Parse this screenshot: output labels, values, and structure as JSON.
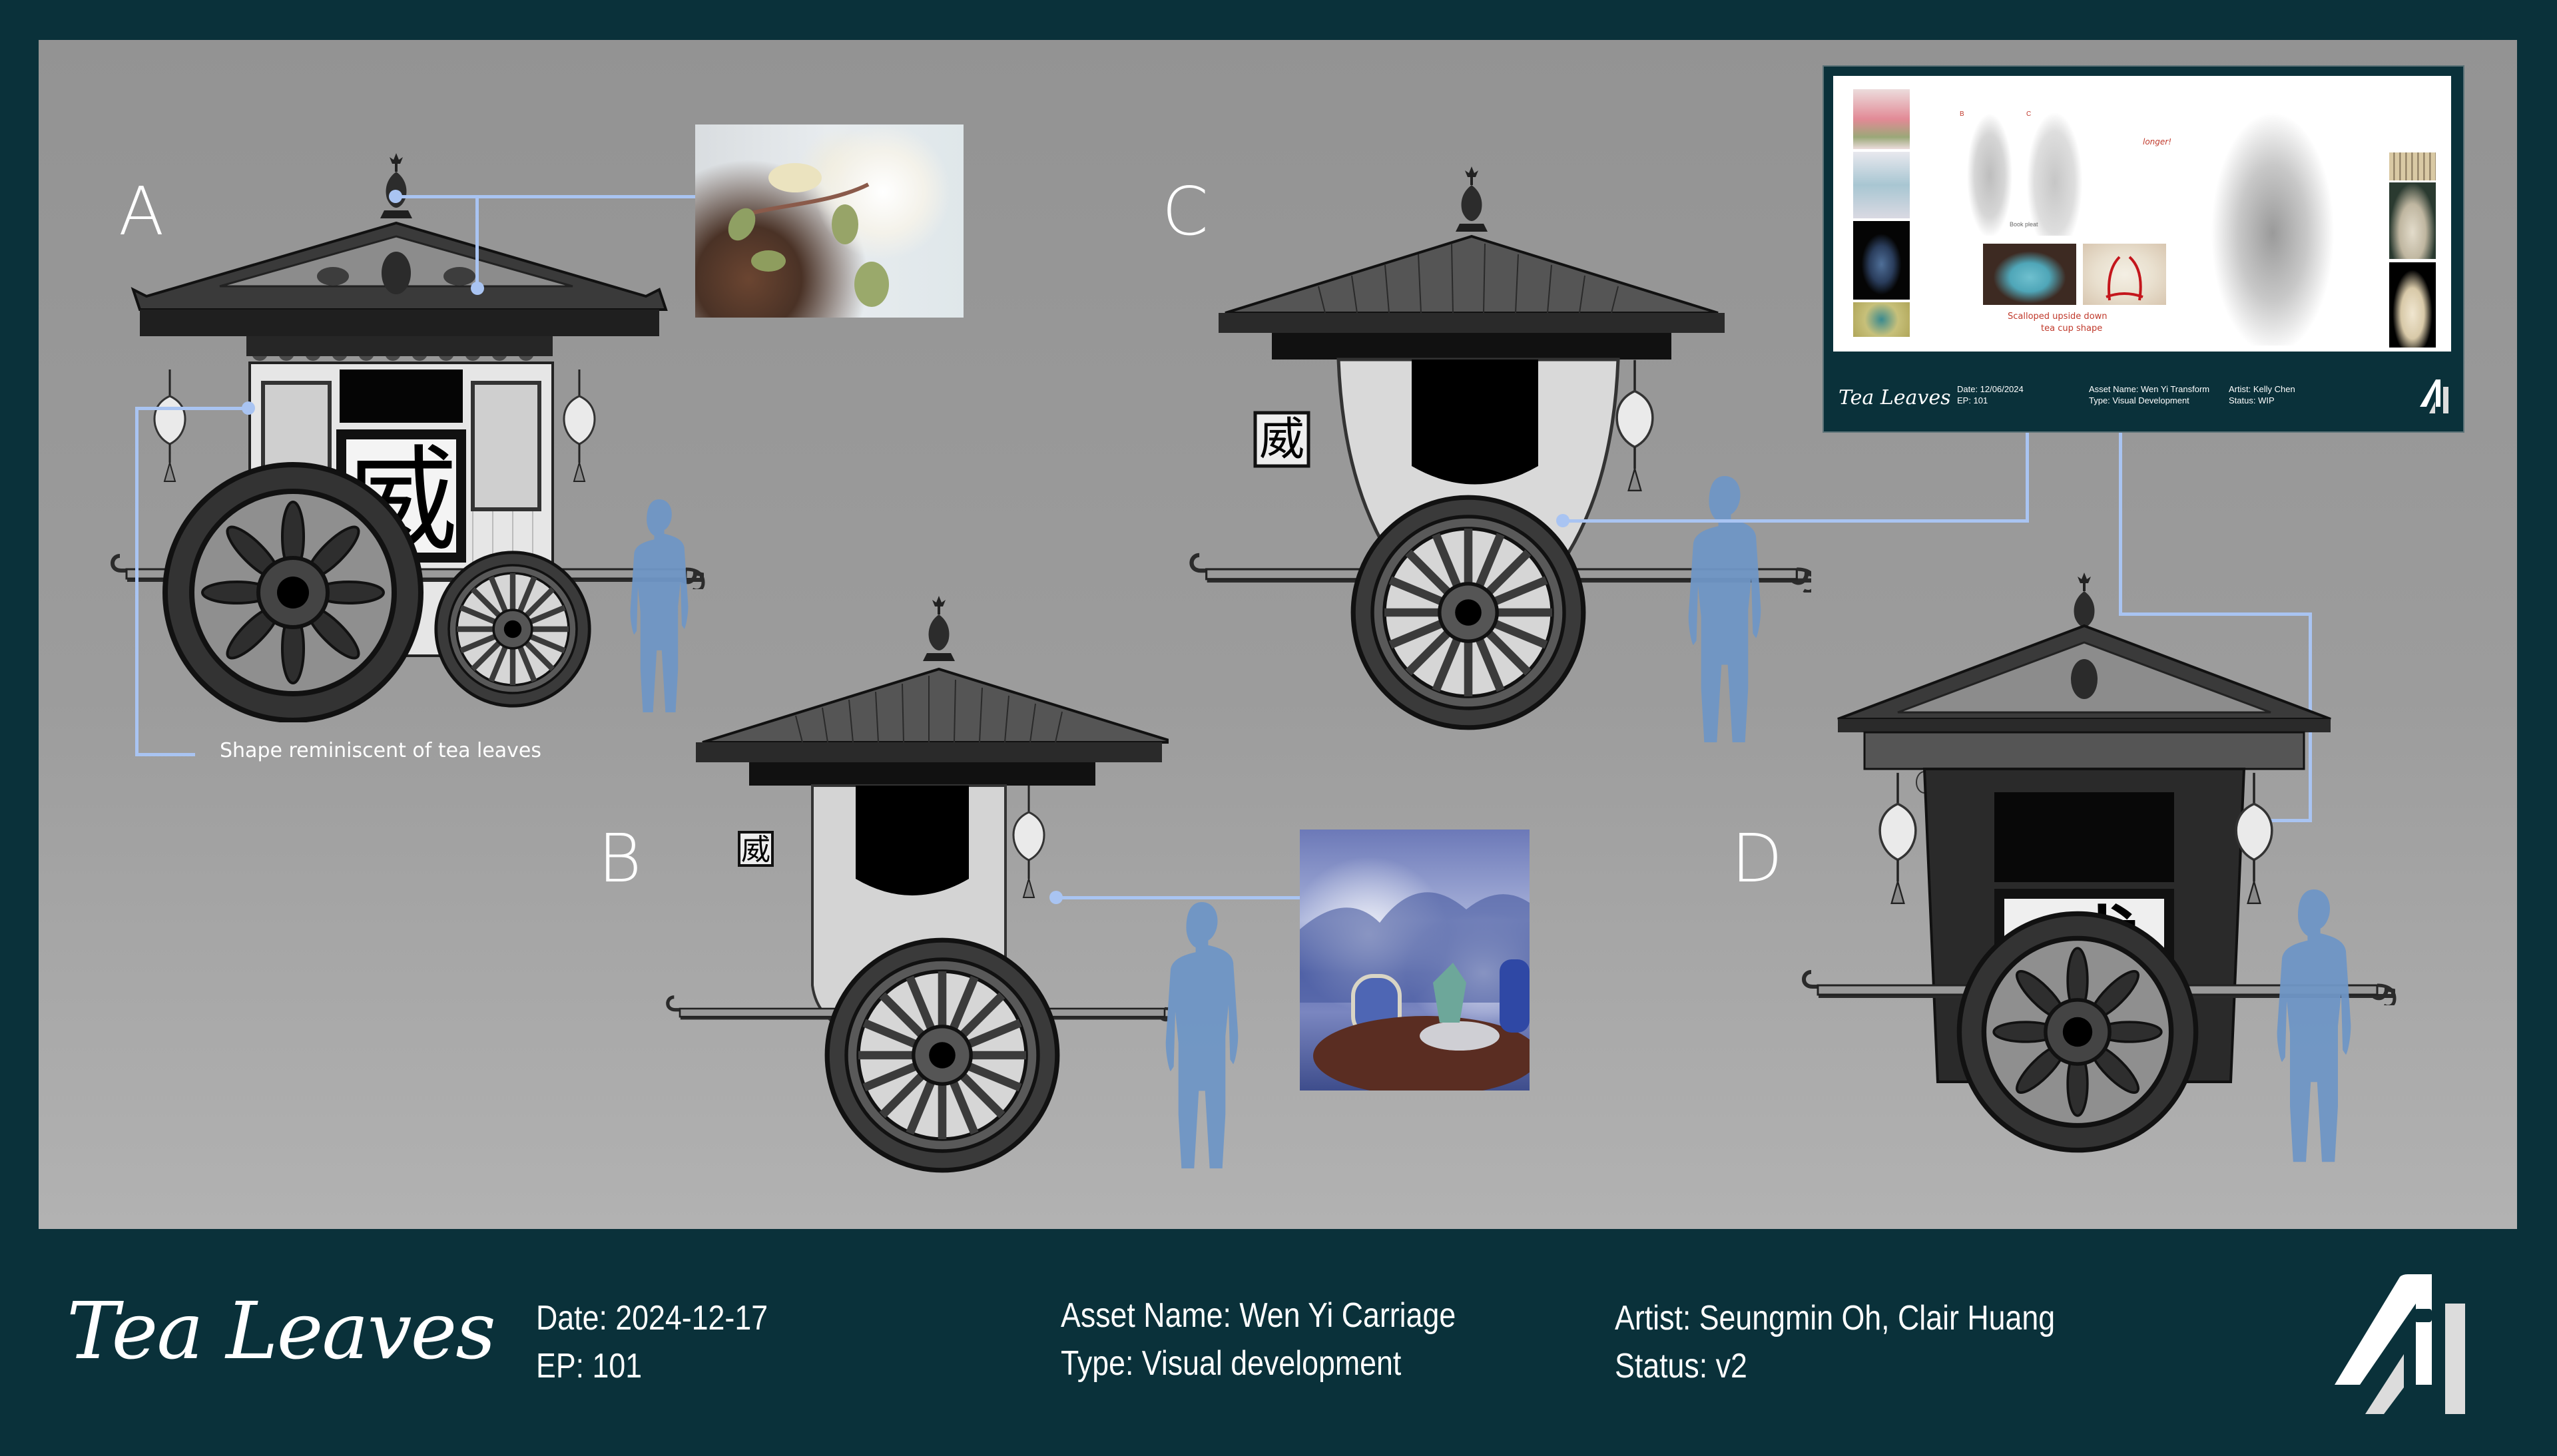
{
  "canvas": {
    "background": "#999999",
    "frame_color": "#0a313a",
    "callout_color": "#a9c4f2"
  },
  "variants": [
    {
      "id": "A",
      "label": "A",
      "sign_glyph": "威"
    },
    {
      "id": "B",
      "label": "B",
      "sign_glyph": "威"
    },
    {
      "id": "C",
      "label": "C",
      "sign_glyph": "威"
    },
    {
      "id": "D",
      "label": "D",
      "sign_glyph": "威"
    }
  ],
  "annotations": {
    "tea_leaves_note": "Shape reminiscent of tea leaves"
  },
  "reference_images": {
    "orchid": "orchid-buds-photo",
    "blue_white_porcelain": "blue-and-white-landscape-mural-photo"
  },
  "inset_board": {
    "brand": "Tea Leaves",
    "date": "Date: 12/06/2024",
    "ep": "EP: 101",
    "asset_name": "Asset Name: Wen Yi Transform",
    "type": "Type: Visual Development",
    "artist": "Artist: Kelly Chen",
    "status": "Status: WIP",
    "note_longer": "longer!",
    "note_teacup_line1": "Scalloped upside down",
    "note_teacup_line2": "tea cup shape",
    "note_sketch": "Book pleat",
    "sketch_labels": [
      "B",
      "C"
    ]
  },
  "footer": {
    "brand": "Tea Leaves",
    "date": "Date: 2024-12-17",
    "ep": "EP: 101",
    "asset_name": "Asset Name: Wen Yi Carriage",
    "type": "Type: Visual development",
    "artist": "Artist: Seungmin Oh, Clair Huang",
    "status": "Status: v2",
    "logo": "Ai-logo"
  }
}
